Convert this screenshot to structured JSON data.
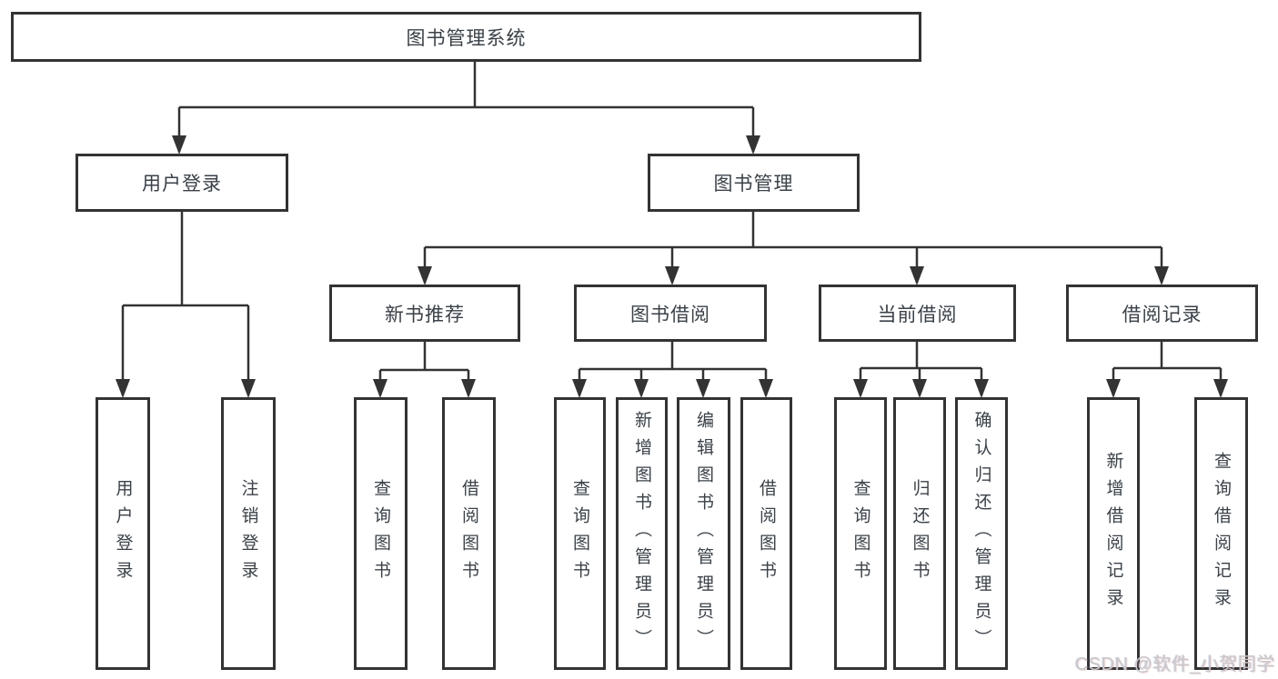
{
  "colors": {
    "line": "#333333",
    "box_border": "#333333",
    "text": "#3a4148",
    "background": "#ffffff",
    "watermark": "#c9c9c9"
  },
  "watermark": {
    "text": "CSDN @软件_小贺同学"
  },
  "nodes": {
    "root": {
      "label": "图书管理系统"
    },
    "level2": [
      {
        "label": "用户登录"
      },
      {
        "label": "图书管理"
      }
    ],
    "level3": [
      {
        "label": "新书推荐"
      },
      {
        "label": "图书借阅"
      },
      {
        "label": "当前借阅"
      },
      {
        "label": "借阅记录"
      }
    ],
    "level4": [
      {
        "label": "用户登录"
      },
      {
        "label": "注销登录"
      },
      {
        "label": "查询图书"
      },
      {
        "label": "借阅图书"
      },
      {
        "label": "查询图书"
      },
      {
        "label": "新增图书（管理员）"
      },
      {
        "label": "编辑图书（管理员）"
      },
      {
        "label": "借阅图书"
      },
      {
        "label": "查询图书"
      },
      {
        "label": "归还图书"
      },
      {
        "label": "确认归还（管理员）"
      },
      {
        "label": "新增借阅记录"
      },
      {
        "label": "查询借阅记录"
      }
    ]
  }
}
